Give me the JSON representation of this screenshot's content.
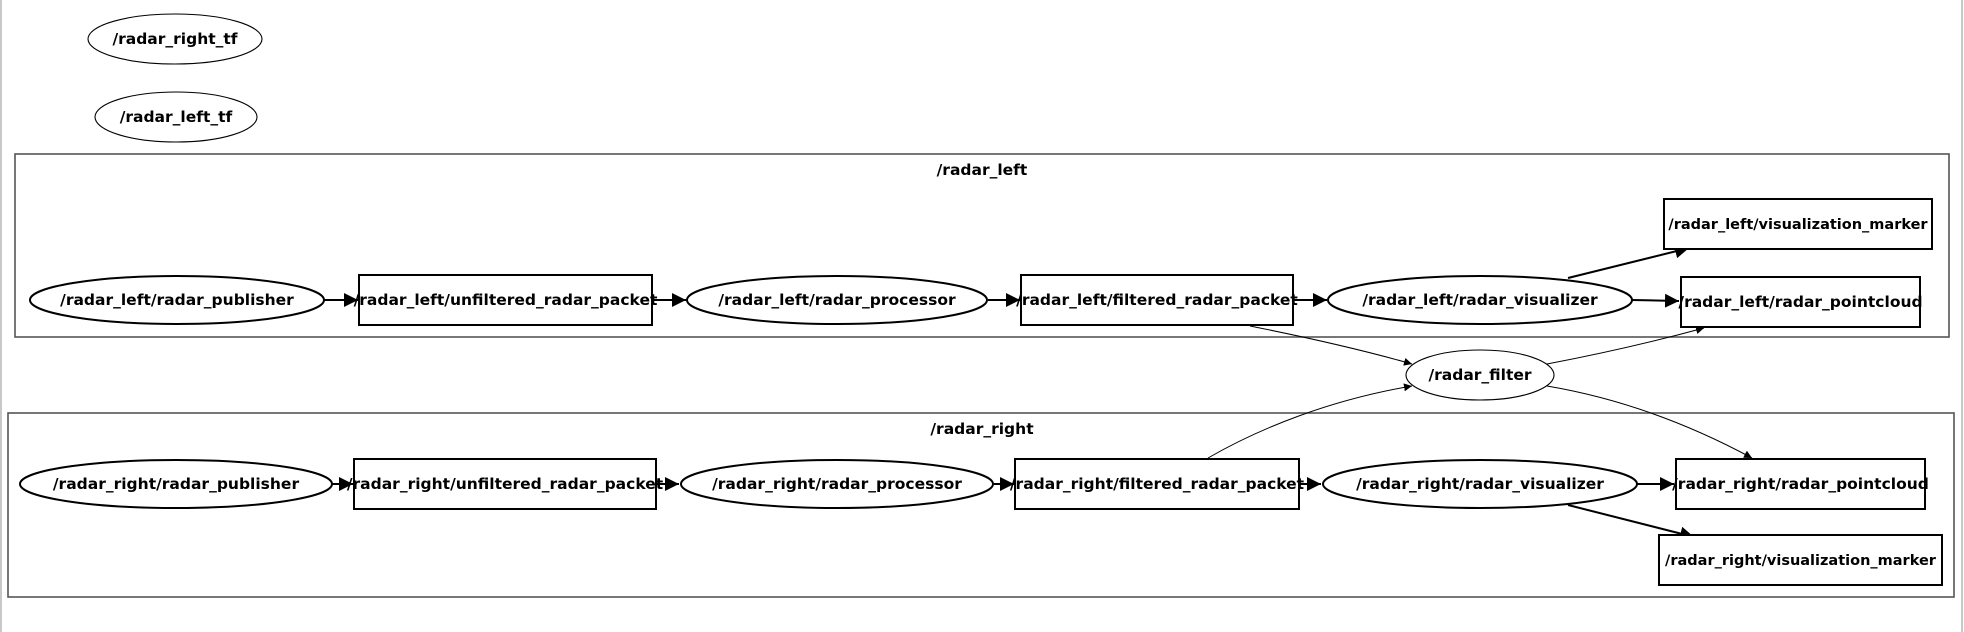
{
  "graph": {
    "clusters": {
      "radar_left": "/radar_left",
      "radar_right": "/radar_right"
    },
    "nodes": {
      "radar_right_tf": "/radar_right_tf",
      "radar_left_tf": "/radar_left_tf",
      "radar_filter": "/radar_filter",
      "left_publisher": "/radar_left/radar_publisher",
      "left_unfiltered": "/radar_left/unfiltered_radar_packet",
      "left_processor": "/radar_left/radar_processor",
      "left_filtered": "/radar_left/filtered_radar_packet",
      "left_visualizer": "/radar_left/radar_visualizer",
      "left_marker": "/radar_left/visualization_marker",
      "left_pointcloud": "/radar_left/radar_pointcloud",
      "right_publisher": "/radar_right/radar_publisher",
      "right_unfiltered": "/radar_right/unfiltered_radar_packet",
      "right_processor": "/radar_right/radar_processor",
      "right_filtered": "/radar_right/filtered_radar_packet",
      "right_visualizer": "/radar_right/radar_visualizer",
      "right_pointcloud": "/radar_right/radar_pointcloud",
      "right_marker": "/radar_right/visualization_marker"
    }
  }
}
